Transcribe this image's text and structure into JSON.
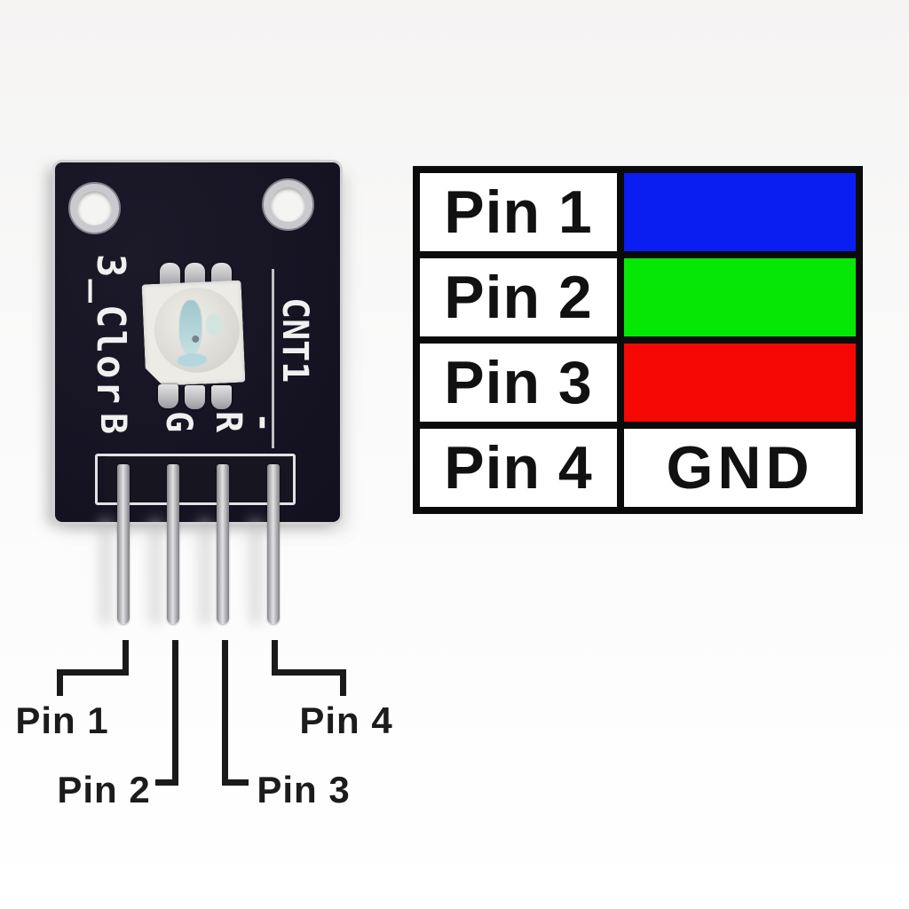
{
  "pinout_table": {
    "rows": [
      {
        "label": "Pin 1",
        "value": "",
        "swatch": "#0a1ef2",
        "color_name": "blue"
      },
      {
        "label": "Pin 2",
        "value": "",
        "swatch": "#05e805",
        "color_name": "green"
      },
      {
        "label": "Pin 3",
        "value": "",
        "swatch": "#f50803",
        "color_name": "red"
      },
      {
        "label": "Pin 4",
        "value": "GND",
        "swatch": "#ffffff",
        "color_name": "white"
      }
    ]
  },
  "module_silkscreen": {
    "left_label": "3_Clor",
    "right_label": "CNT1",
    "pin_marks": [
      "B",
      "G",
      "R",
      "-"
    ]
  },
  "pin_callouts": {
    "pin1": "Pin 1",
    "pin2": "Pin 2",
    "pin3": "Pin 3",
    "pin4": "Pin 4"
  },
  "colors": {
    "board": "#151322",
    "silkscreen": "#f0f0f0",
    "callout_line": "#1a1a1a",
    "table_border": "#0b0b0b"
  }
}
